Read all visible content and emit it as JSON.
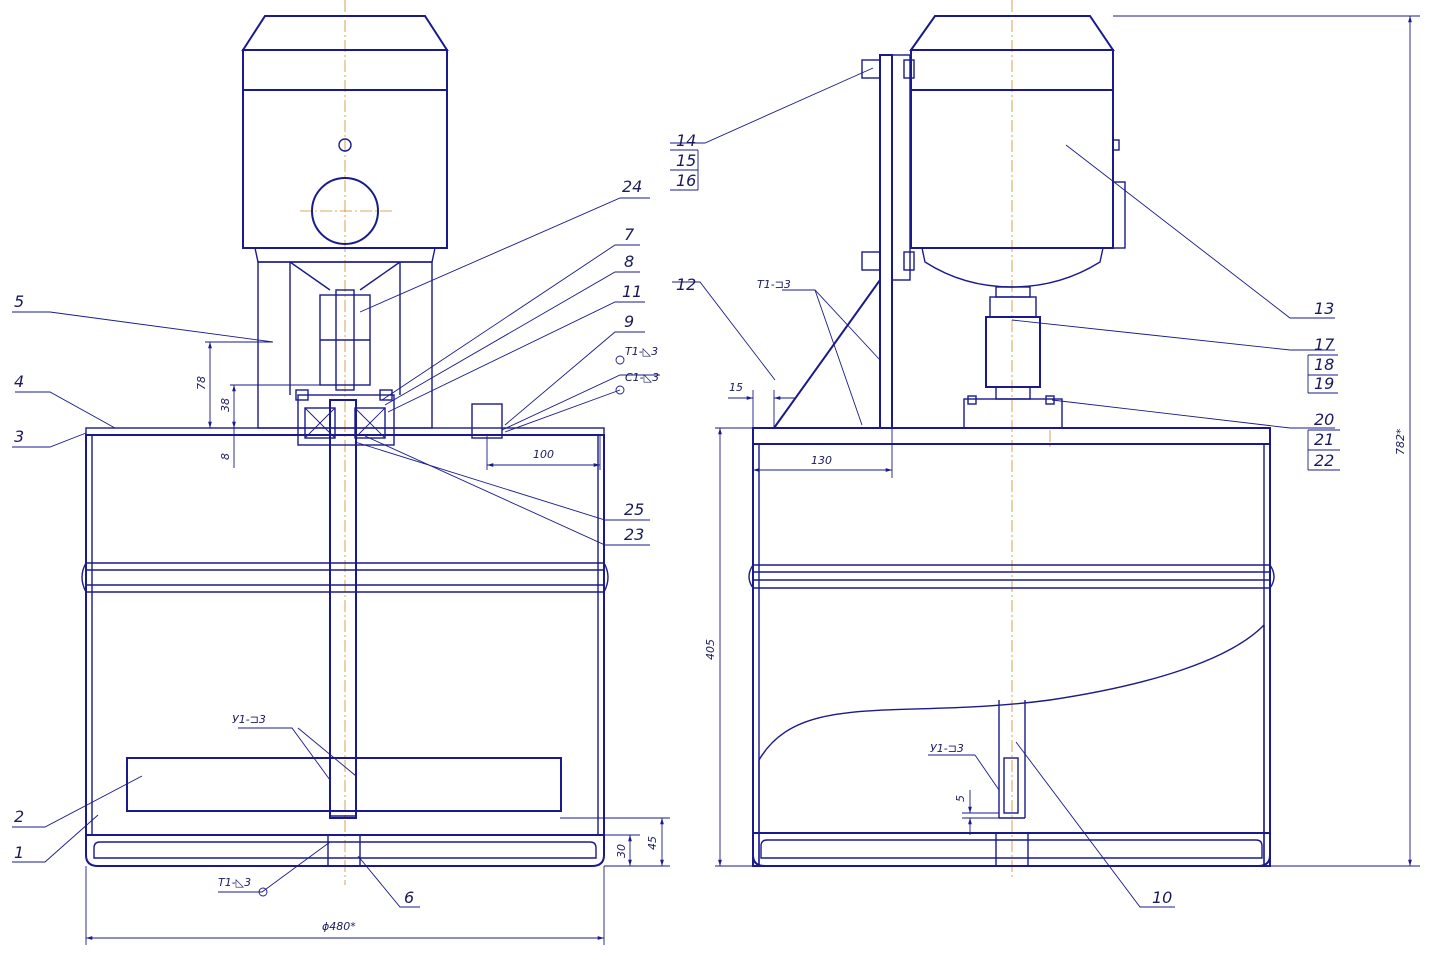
{
  "drawing": {
    "left_view": {
      "callouts": [
        "24",
        "7",
        "8",
        "11",
        "9",
        "5",
        "4",
        "3",
        "2",
        "1",
        "6",
        "25",
        "23"
      ],
      "weld_marks": [
        "Т1-◺3",
        "С1-◺3",
        "У1-⊐3",
        "Т1-◺3"
      ],
      "dimensions": [
        "78",
        "38",
        "8",
        "100",
        "30",
        "45",
        "ϕ480*"
      ]
    },
    "right_view": {
      "callouts": [
        "14",
        "15",
        "16",
        "12",
        "13",
        "17",
        "18",
        "19",
        "20",
        "21",
        "22",
        "10"
      ],
      "weld_marks": [
        "Т1-⊐3",
        "У1-⊐3"
      ],
      "dimensions": [
        "15",
        "130",
        "405",
        "5",
        "782*"
      ]
    }
  }
}
